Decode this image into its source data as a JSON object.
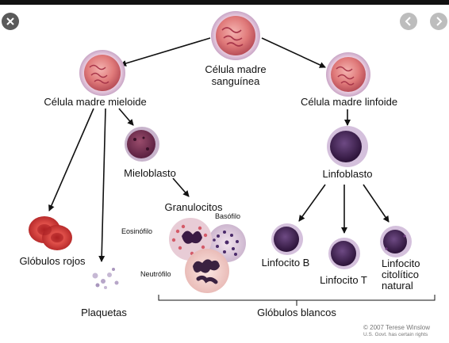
{
  "controls": {
    "close_icon": "close-icon",
    "prev_icon": "chevron-left-icon",
    "next_icon": "chevron-right-icon"
  },
  "labels": {
    "stem_cell_line1": "Célula madre",
    "stem_cell_line2": "sanguínea",
    "myeloid": "Célula madre mieloide",
    "lymphoid": "Célula madre linfoide",
    "myeloblast": "Mieloblasto",
    "lymphoblast": "Linfoblasto",
    "granulocytes": "Granulocitos",
    "eosinophil": "Eosinófilo",
    "basophil": "Basófilo",
    "neutrophil": "Neutrófilo",
    "red_cells": "Glóbulos rojos",
    "platelets": "Plaquetas",
    "b_cell": "Linfocito B",
    "t_cell": "Linfocito T",
    "nk_line1": "Linfocito",
    "nk_line2": "citolítico",
    "nk_line3": "natural",
    "white_cells": "Glóbulos blancos"
  },
  "credit": {
    "line1": "© 2007 Terese Winslow",
    "line2": "U.S. Govt. has certain rights"
  },
  "colors": {
    "stem_cell": "#e07a7a",
    "blast_purple": "#6a2848",
    "lymph_nucleus": "#3b1e4e",
    "rbc": "#d43a36"
  }
}
